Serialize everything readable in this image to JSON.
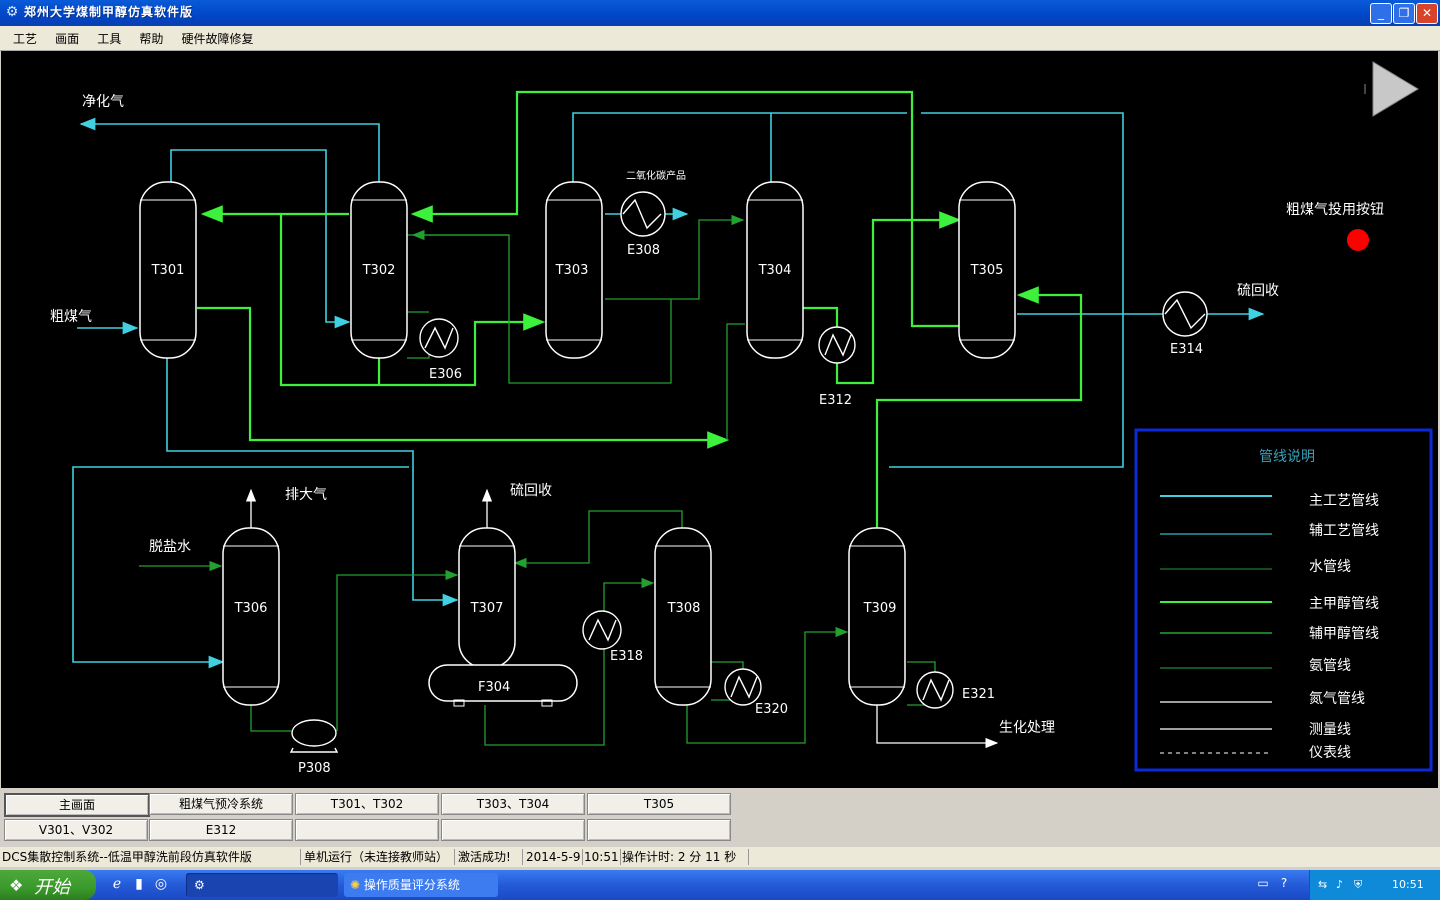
{
  "window": {
    "title": "郑州大学煤制甲醇仿真软件版",
    "min": "_",
    "restore": "❐",
    "close": "✕"
  },
  "menu": [
    "工艺",
    "画面",
    "工具",
    "帮助",
    "硬件故障修复"
  ],
  "diagram": {
    "labels": {
      "jinghuaqi": "净化气",
      "cumeiqi": "粗煤气",
      "co2": "二氧化碳产品",
      "liuhuishou1": "硫回收",
      "liuhuishou2": "硫回收",
      "paidaqi": "排大气",
      "tuoyanshui": "脱盐水",
      "shenghua": "生化处理",
      "button_label": "粗煤气投用按钮"
    },
    "towers": [
      "T301",
      "T302",
      "T303",
      "T304",
      "T305",
      "T306",
      "T307",
      "T308",
      "T309"
    ],
    "exchangers": [
      "E306",
      "E308",
      "E312",
      "E314",
      "E318",
      "E320",
      "E321"
    ],
    "pump": "P308",
    "tank": "F304",
    "button_color": "#ff0000"
  },
  "legend": {
    "title": "管线说明",
    "items": [
      {
        "label": "主工艺管线",
        "color": "#40d0e0"
      },
      {
        "label": "辅工艺管线",
        "color": "#30b8c8"
      },
      {
        "label": "水管线",
        "color": "#1c7a2a"
      },
      {
        "label": "主甲醇管线",
        "color": "#3cf03c"
      },
      {
        "label": "辅甲醇管线",
        "color": "#2ec83a"
      },
      {
        "label": "氨管线",
        "color": "#1a8a3a"
      },
      {
        "label": "氮气管线",
        "color": "#ffffff"
      },
      {
        "label": "测量线",
        "color": "#ffffff"
      },
      {
        "label": "仪表线",
        "color": "#ffffff"
      }
    ]
  },
  "nav": {
    "row1": [
      "主画面",
      "粗煤气预冷系统",
      "T301、T302",
      "T303、T304",
      "T305"
    ],
    "row2": [
      "V301、V302",
      "E312",
      "",
      "",
      ""
    ]
  },
  "status": {
    "system": "DCS集散控制系统--低温甲醇洗前段仿真软件版",
    "mode": "单机运行（未连接教师站）",
    "activation": "激活成功!",
    "date": "2014-5-9",
    "time": "10:51",
    "timer": "操作计时: 2 分 11 秒"
  },
  "taskbar": {
    "start": "开始",
    "task": "操作质量评分系统",
    "clock": "10:51"
  }
}
